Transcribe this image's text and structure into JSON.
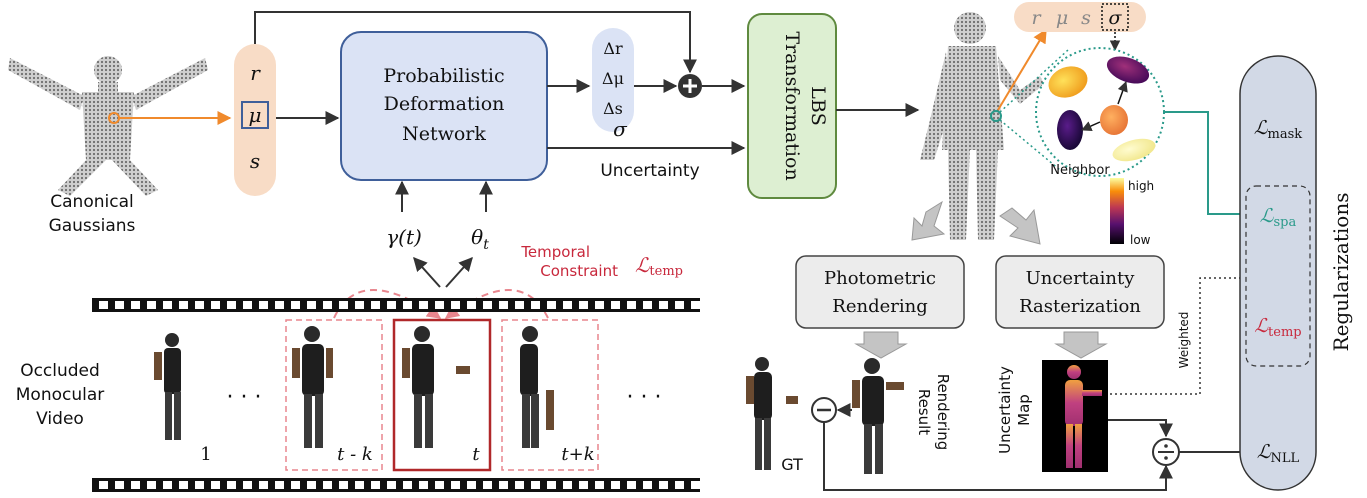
{
  "canonical": {
    "line1": "Canonical",
    "line2": "Gaussians"
  },
  "params": {
    "r": "r",
    "mu": "μ",
    "s": "s"
  },
  "network": {
    "line1": "Probabilistic",
    "line2": "Deformation",
    "line3": "Network"
  },
  "deltas": {
    "dr": "Δr",
    "dmu": "Δμ",
    "ds": "Δs"
  },
  "sigma": "σ",
  "uncertainty": "Uncertainty",
  "lbs": {
    "line1": "LBS",
    "line2": "Transformation"
  },
  "inputs": {
    "gamma": "γ(t)",
    "theta": "θ",
    "theta_sub": "t"
  },
  "temporal": {
    "line1": "Temporal",
    "line2": "Constraint",
    "loss": "ℒ",
    "loss_sub": "temp"
  },
  "video": {
    "label_line1": "Occluded",
    "label_line2": "Monocular",
    "label_line3": "Video",
    "ellipsis": "· · ·",
    "frames": [
      {
        "label": "1"
      },
      {
        "label": "t - k"
      },
      {
        "label": "t"
      },
      {
        "label": "t+k"
      }
    ]
  },
  "top_params": {
    "r": "r",
    "mu": "μ",
    "s": "s",
    "sigma": "σ"
  },
  "neighbor": "Neighbor",
  "colorbar": {
    "high": "high",
    "low": "low"
  },
  "photometric": {
    "line1": "Photometric",
    "line2": "Rendering"
  },
  "unc_raster": {
    "line1": "Uncertainty",
    "line2": "Rasterization"
  },
  "gt": "GT",
  "rendering_result": {
    "line1": "Rendering",
    "line2": "Result"
  },
  "unc_map": {
    "line1": "Uncertainty",
    "line2": "Map"
  },
  "weighted": "Weighted",
  "losses": {
    "mask": {
      "sym": "ℒ",
      "sub": "mask"
    },
    "spa": {
      "sym": "ℒ",
      "sub": "spa"
    },
    "temp": {
      "sym": "ℒ",
      "sub": "temp"
    },
    "nll": {
      "sym": "ℒ",
      "sub": "NLL"
    }
  },
  "regularizations": "Regularizations",
  "colors": {
    "orange": "#f08a2c",
    "teal": "#2a9a8a",
    "red_loss": "#c8283c",
    "pink": "#e8868e",
    "dark_red": "#b0282a",
    "network_fill": "#dbe3f5",
    "network_stroke": "#3f5f9a",
    "param_fill": "#f8dcc6",
    "lbs_fill": "#ddefd2",
    "lbs_stroke": "#5f8a3f",
    "reg_fill": "#d2d9e6"
  }
}
